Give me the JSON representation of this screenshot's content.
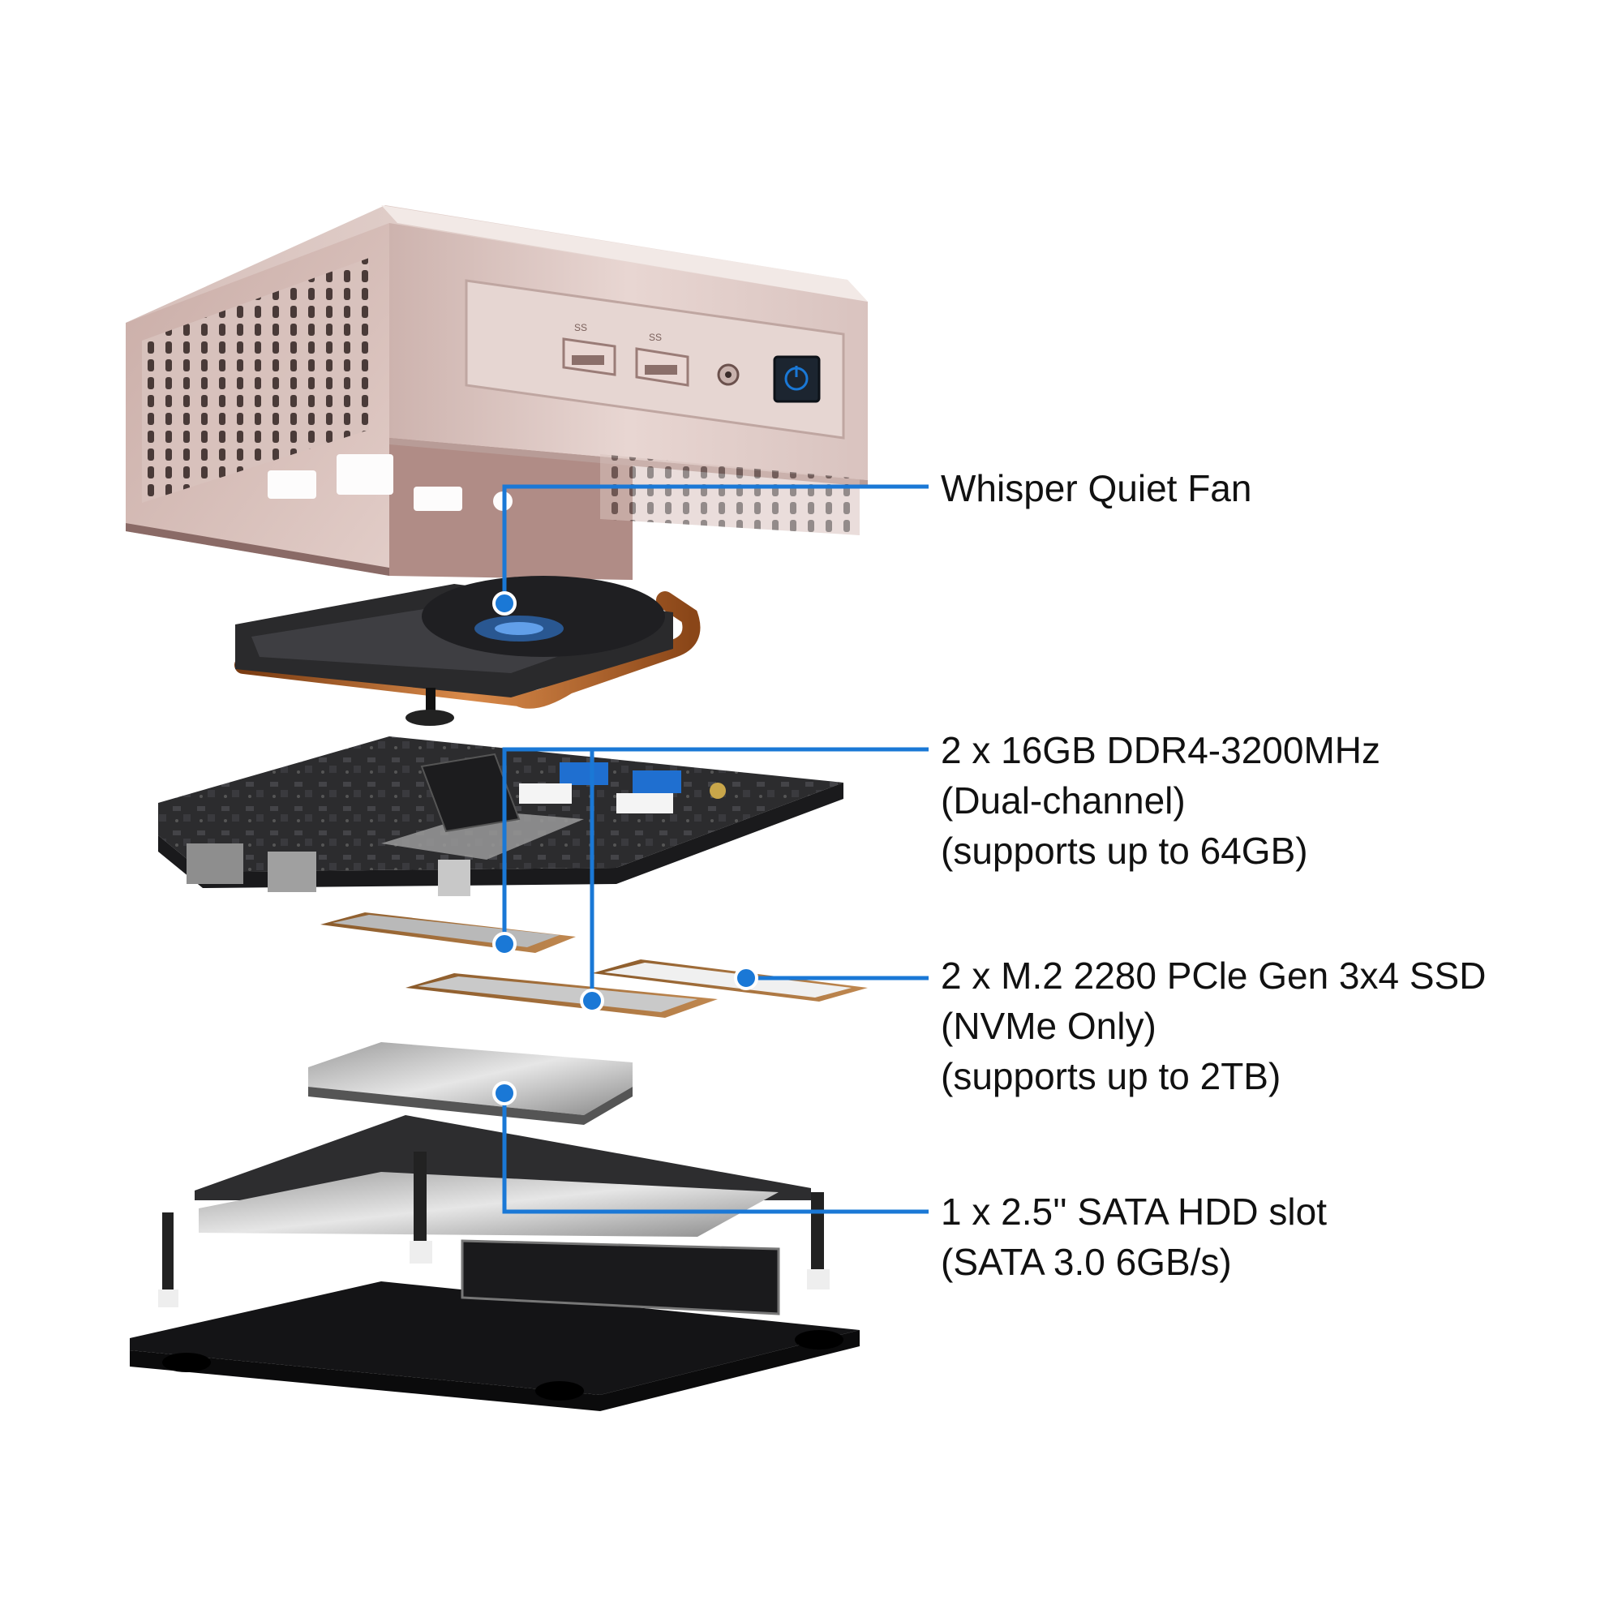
{
  "accent_color": "#1a78d6",
  "product": {
    "case_color": "#d8c0bc",
    "ports": [
      "usb-3-port-icon",
      "usb-3.2-port-icon",
      "headphone-jack-icon",
      "power-button-icon"
    ],
    "port_labels": [
      "SS",
      "SS"
    ]
  },
  "callouts": [
    {
      "lines": [
        "Whisper Quiet Fan"
      ]
    },
    {
      "lines": [
        "2 x 16GB DDR4-3200MHz",
        "(Dual-channel)",
        "(supports up to 64GB)"
      ]
    },
    {
      "lines": [
        "2 x M.2 2280 PCle Gen 3x4 SSD",
        "(NVMe Only)",
        "(supports up to 2TB)"
      ]
    },
    {
      "lines": [
        "1 x 2.5'' SATA HDD slot",
        "(SATA 3.0 6GB/s)"
      ]
    }
  ]
}
